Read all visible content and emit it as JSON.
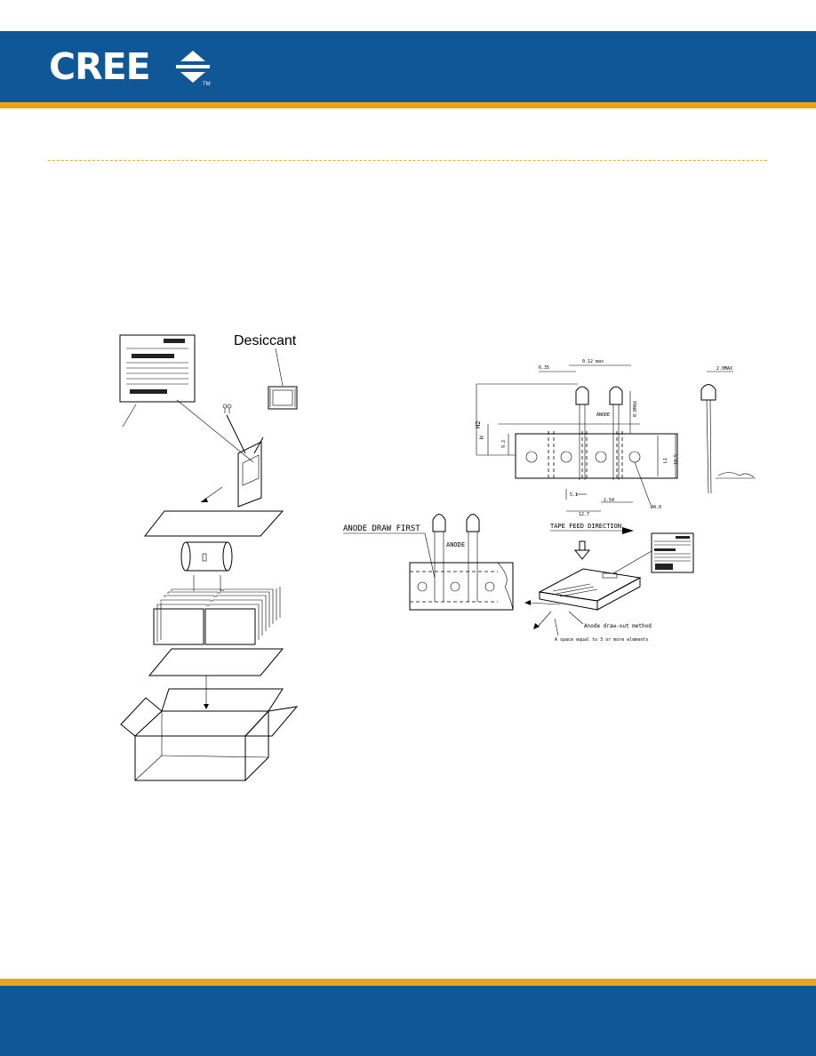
{
  "brand": {
    "logo_text": "CREE",
    "trademark": "TM",
    "colors": {
      "primary_blue": "#0f5796",
      "accent_gold": "#e3a61e"
    }
  },
  "packaging_diagram": {
    "desiccant_label": "Desiccant"
  },
  "tape_diagram": {
    "dims": {
      "d635": "6.35",
      "d012": "0.12 max",
      "d20max": "2.0MAX",
      "h2": "H2",
      "h": "H",
      "d92": "9.2",
      "d0max": "0.0MAX",
      "l1": "L1",
      "d185": "18.5",
      "d51": "5.1",
      "d254": "2.54",
      "d127": "12.7",
      "hole": "Ø4.0",
      "anode_small": "ANODE"
    },
    "anode_draw_first": "ANODE DRAW FIRST",
    "anode": "ANODE",
    "tape_feed_direction": "TAPE FEED DIRECTION",
    "anode_drawout": "Anode draw-out method",
    "space_note": "A space equal to 3 or more elements"
  }
}
